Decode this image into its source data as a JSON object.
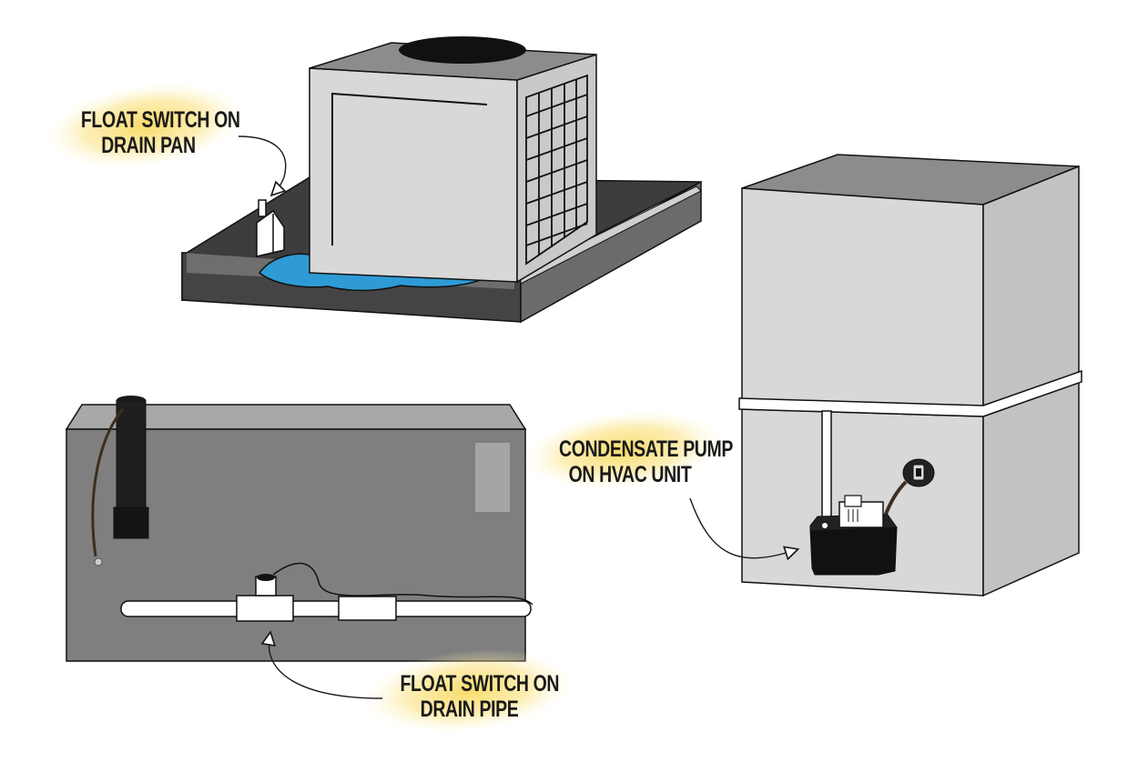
{
  "labels": {
    "drain_pan": [
      "FLOAT SWITCH ON",
      "DRAIN PAN"
    ],
    "condensate_pump": [
      "CONDENSATE PUMP",
      "ON HVAC UNIT"
    ],
    "drain_pipe": [
      "FLOAT SWITCH ON",
      "DRAIN PIPE"
    ]
  },
  "colors": {
    "unit_front": "#d9d8d8",
    "unit_side": "#c2c2c2",
    "unit_top": "#8c8c8c",
    "pan_dark": "#3a3a3a",
    "pan_mid": "#5a5a5a",
    "water": "#2e9bd6",
    "highlight": "#f7d54a",
    "panel_gray": "#7f7f7f",
    "pump_black": "#111111"
  }
}
